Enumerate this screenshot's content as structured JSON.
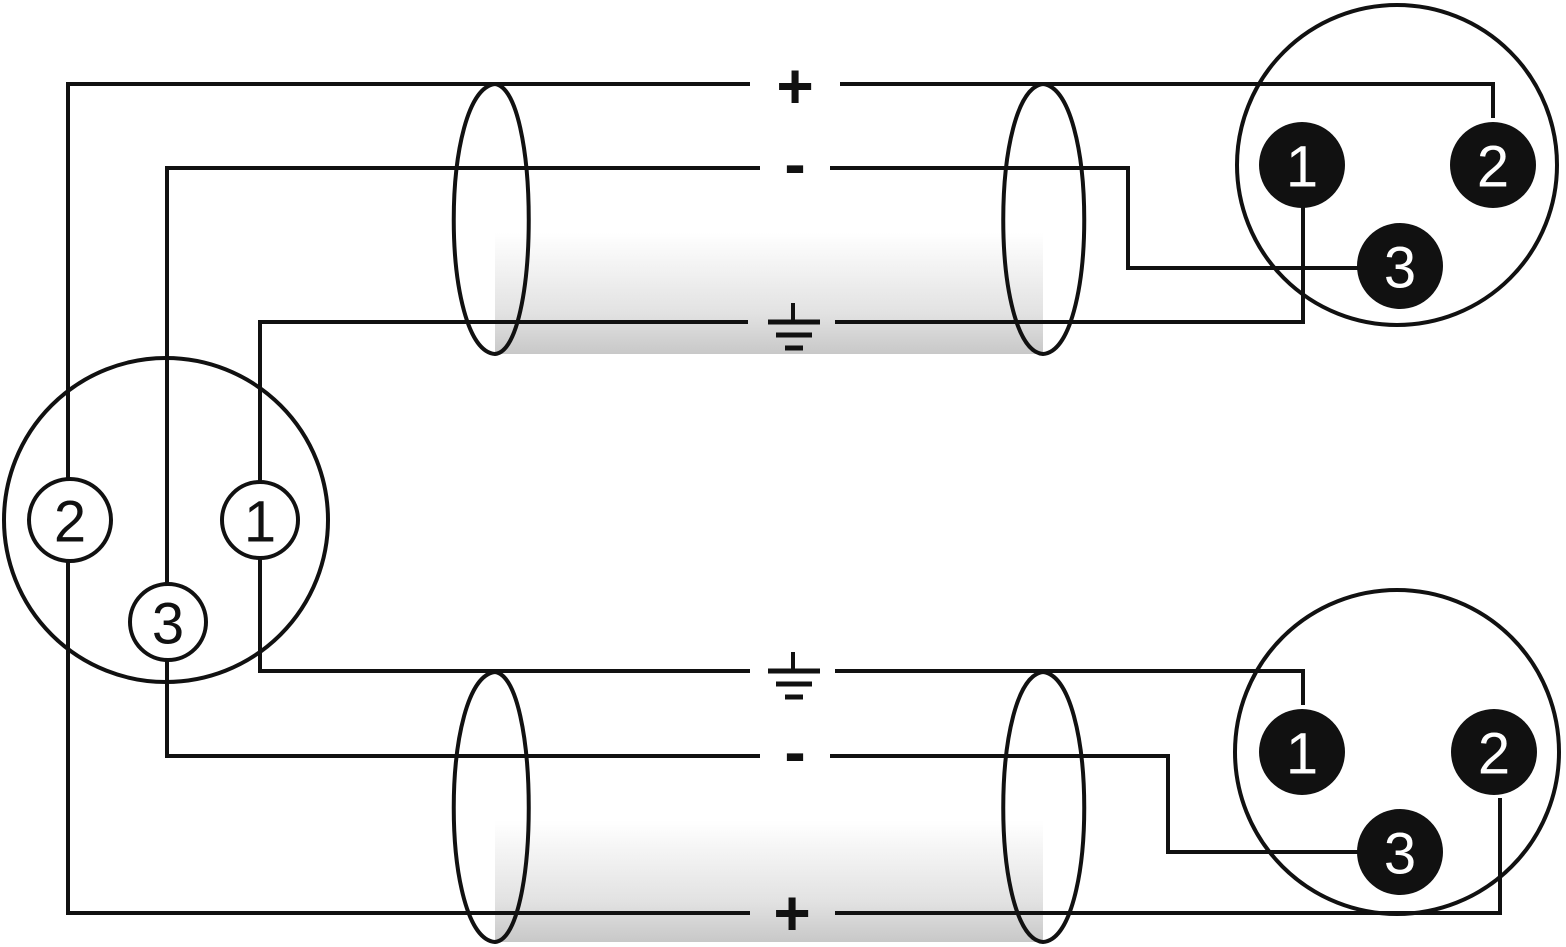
{
  "symbols": {
    "plus": "+",
    "minus": "-",
    "ground": "ground-icon"
  },
  "connectors": {
    "left": {
      "pins": {
        "p1": "1",
        "p2": "2",
        "p3": "3"
      },
      "style": "outlined"
    },
    "top_right": {
      "pins": {
        "p1": "1",
        "p2": "2",
        "p3": "3"
      },
      "style": "filled"
    },
    "bottom_right": {
      "pins": {
        "p1": "1",
        "p2": "2",
        "p3": "3"
      },
      "style": "filled"
    }
  },
  "colors": {
    "line": "#111111",
    "cable_shade": "#d9d9d9",
    "filled_pin": "#111111",
    "filled_pin_text": "#ffffff"
  }
}
